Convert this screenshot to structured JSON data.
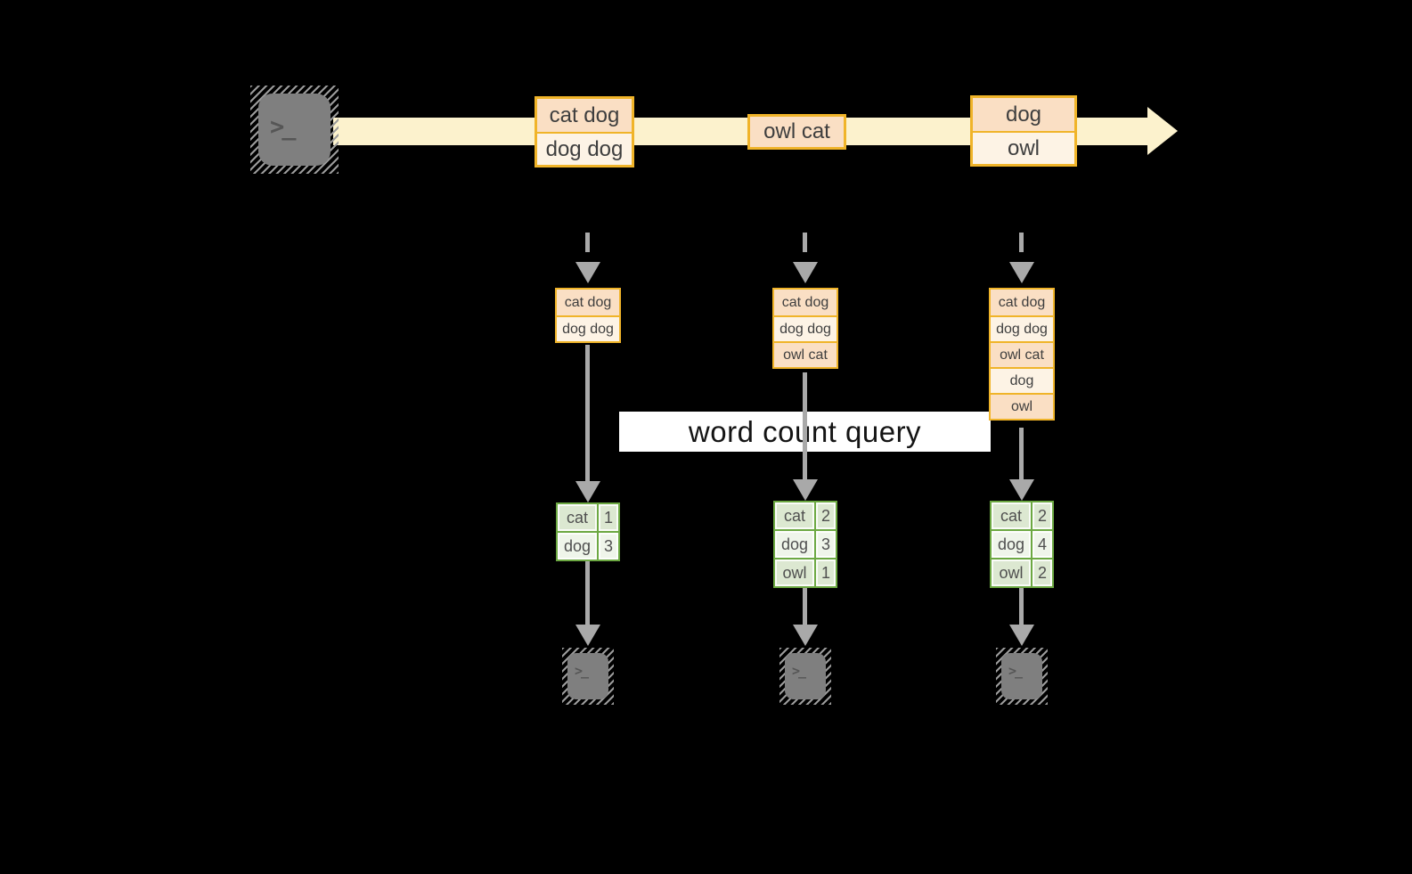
{
  "diagram": {
    "query_label": "word count query",
    "terminal_glyph": ">_"
  },
  "stream": {
    "batches": [
      {
        "rows": [
          "cat dog",
          "dog dog"
        ]
      },
      {
        "rows": [
          "owl cat"
        ]
      },
      {
        "rows": [
          "dog",
          "owl"
        ]
      }
    ]
  },
  "snapshots": [
    {
      "buffer": [
        "cat dog",
        "dog dog"
      ],
      "counts": [
        {
          "word": "cat",
          "count": "1"
        },
        {
          "word": "dog",
          "count": "3"
        }
      ]
    },
    {
      "buffer": [
        "cat dog",
        "dog dog",
        "owl cat"
      ],
      "counts": [
        {
          "word": "cat",
          "count": "2"
        },
        {
          "word": "dog",
          "count": "3"
        },
        {
          "word": "owl",
          "count": "1"
        }
      ]
    },
    {
      "buffer": [
        "cat dog",
        "dog dog",
        "owl cat",
        "dog",
        "owl"
      ],
      "counts": [
        {
          "word": "cat",
          "count": "2"
        },
        {
          "word": "dog",
          "count": "4"
        },
        {
          "word": "owl",
          "count": "2"
        }
      ]
    }
  ],
  "colors": {
    "stream_band": "#FCF2CD",
    "record_border": "#F0B429",
    "record_peach": "#FADFC4",
    "record_cream": "#FDF3E5",
    "table_green": "#6CA842",
    "cell_green_dark": "#DCE8D1",
    "cell_green_light": "#EFF5EA",
    "arrow_gray": "#A9A9A9",
    "terminal_gray": "#7F7F7F"
  }
}
